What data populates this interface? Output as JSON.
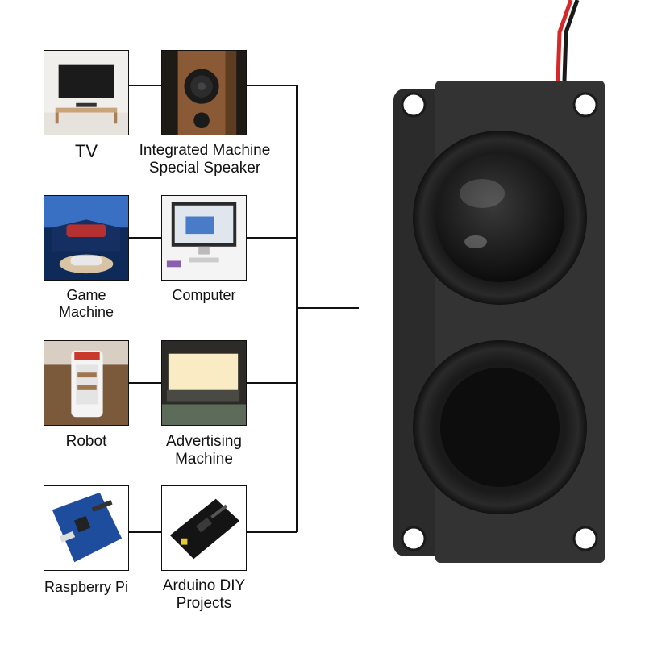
{
  "applications": [
    {
      "id": "tv",
      "label_lines": [
        "TV"
      ]
    },
    {
      "id": "speaker",
      "label_lines": [
        "Integrated Machine",
        "Special Speaker"
      ]
    },
    {
      "id": "game",
      "label_lines": [
        "Game",
        "Machine"
      ]
    },
    {
      "id": "computer",
      "label_lines": [
        "Computer"
      ]
    },
    {
      "id": "robot",
      "label_lines": [
        "Robot"
      ]
    },
    {
      "id": "advertising",
      "label_lines": [
        "Advertising",
        "Machine"
      ]
    },
    {
      "id": "raspberry",
      "label_lines": [
        "Raspberry Pi"
      ]
    },
    {
      "id": "arduino",
      "label_lines": [
        "Arduino DIY",
        "Projects"
      ]
    }
  ],
  "colors": {
    "wire": "#111111",
    "speaker_body": "#2b2b2b",
    "speaker_face": "#333333",
    "cable_red": "#d62828",
    "cable_black": "#1a1a1a"
  }
}
